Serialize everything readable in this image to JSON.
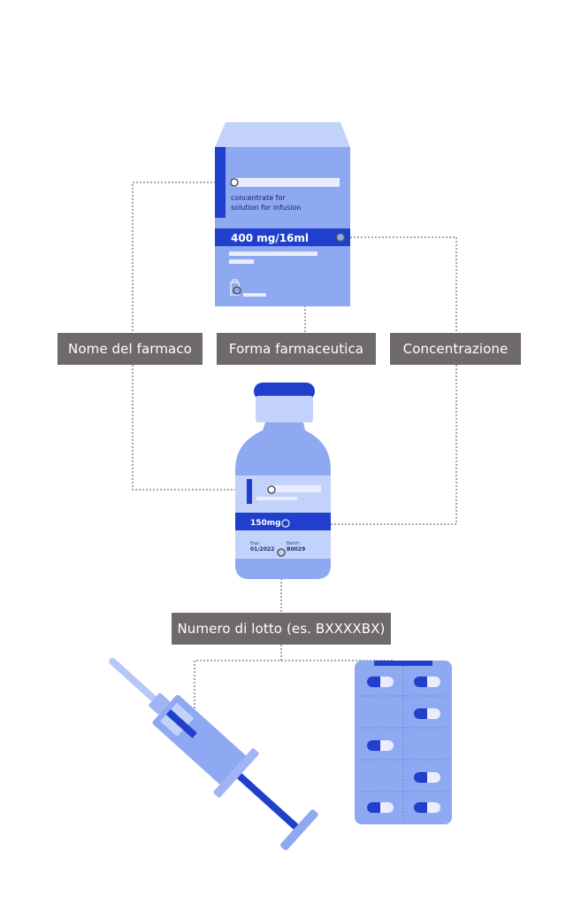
{
  "labels": {
    "drug_name": "Nome del farmaco",
    "pharmaceutical_form": "Forma farmaceutica",
    "concentration": "Concentrazione",
    "lot_number": "Numero di lotto (es. BXXXXBX)"
  },
  "box": {
    "form_line1": "concentrate for",
    "form_line2": "solution for infusion",
    "strength": "400 mg/16ml"
  },
  "vial": {
    "strength": "150mg",
    "exp_label": "Exp:",
    "exp_value": "01/2022",
    "lot_label": "Batch:",
    "lot_value": "B0029"
  },
  "colors": {
    "dark_blue": "#1f3fcc",
    "mid_blue": "#8ea8f2",
    "light_blue": "#c3d2fb",
    "callout_gray": "#6e6a69",
    "connector_gray": "#777777"
  }
}
